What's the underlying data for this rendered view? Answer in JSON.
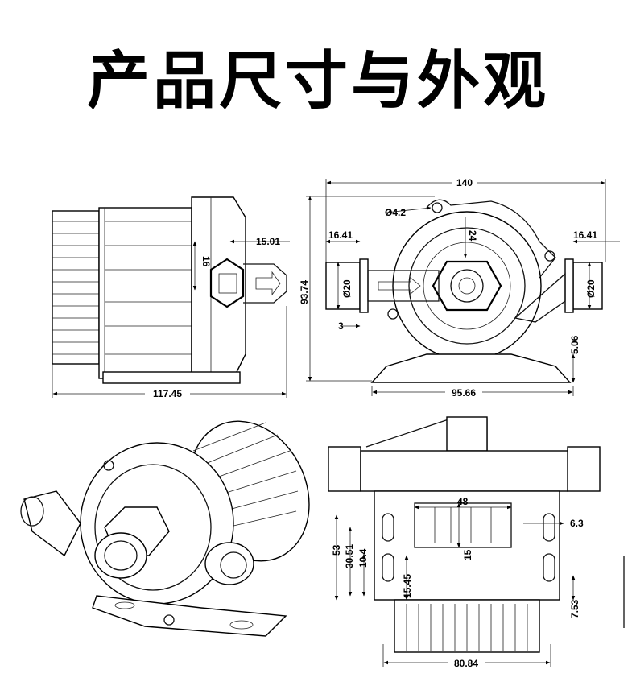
{
  "title": "产品尺寸与外观",
  "side_view": {
    "dims": {
      "width": "117.45",
      "flange_w": "15.01",
      "flange_h": "16"
    }
  },
  "front_view": {
    "dims": {
      "overall_w": "140",
      "hole_dia": "Ø4.2",
      "left_inlet": "16.41",
      "right_inlet": "16.41",
      "height": "93.74",
      "left_pipe_dia": "Ø20",
      "right_pipe_dia": "Ø20",
      "offset": "3",
      "base_h": "5.06",
      "base_w": "95.66",
      "center": "24"
    }
  },
  "bottom_view": {
    "dims": {
      "slot_w": "48",
      "slot_h": "15",
      "hole_dia": "6.3",
      "h53": "53",
      "h30": "30.51",
      "h10": "10.4",
      "h15": "15.45",
      "h7": "7.53",
      "base_w": "80.84"
    }
  }
}
